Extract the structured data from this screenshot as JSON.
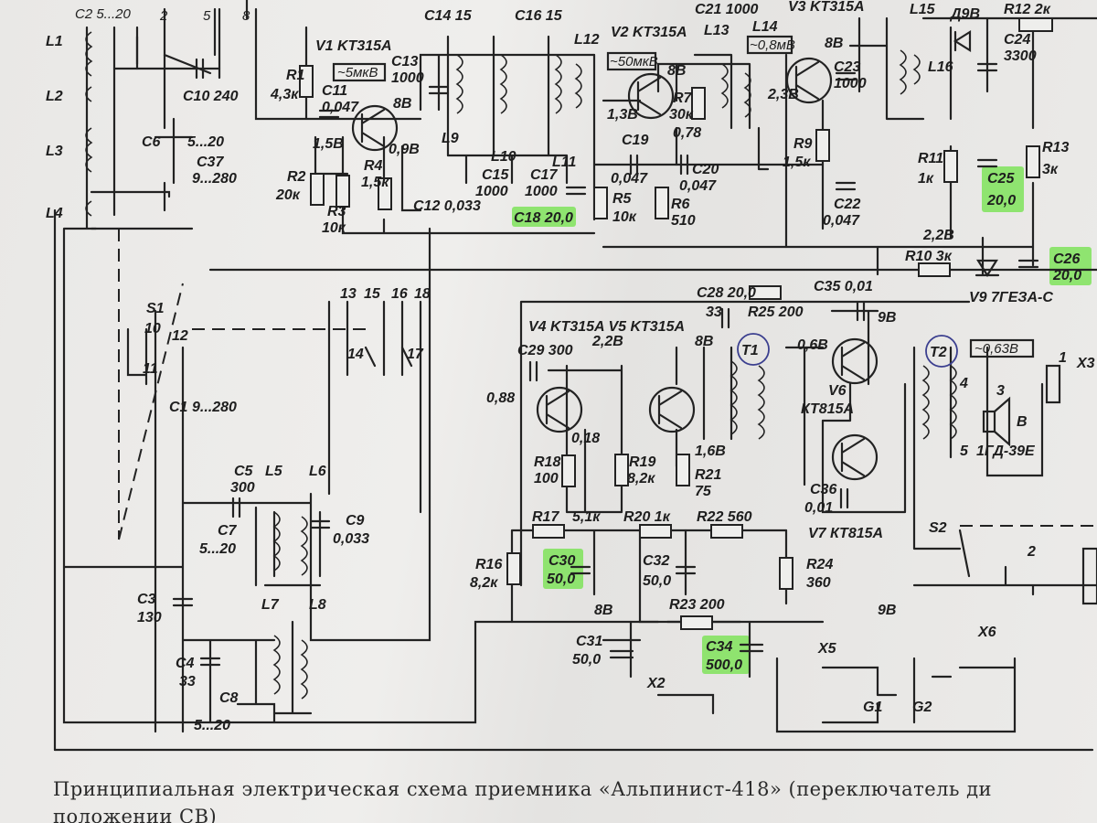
{
  "caption": {
    "line1": "Принципиальная электрическая схема приемника «Альпинист-418» (переключатель ди",
    "line2": "положении СВ)"
  },
  "highlight_color": "#7fe35a",
  "transistors": [
    {
      "ref": "V1",
      "type": "КТ315А"
    },
    {
      "ref": "V2",
      "type": "КТ315А"
    },
    {
      "ref": "V3",
      "type": "КТ315А"
    },
    {
      "ref": "V4",
      "type": "КТ315А"
    },
    {
      "ref": "V5",
      "type": "КТ315А"
    },
    {
      "ref": "V6",
      "type": "КТ815А"
    },
    {
      "ref": "V7",
      "type": "КТ815А"
    }
  ],
  "labels": {
    "c2": "C2 5...20",
    "n2": "2",
    "n5": "5",
    "n8": "8",
    "l1": "L1",
    "l2": "L2",
    "l3": "L3",
    "l4": "L4",
    "c10": "C10 240",
    "c6": "C6",
    "c6v": "5...20",
    "c37": "C37",
    "c37v": "9...280",
    "v1": "V1 KT315A",
    "r1": "R1",
    "r1v": "4,3к",
    "mkv5": "~5мкВ",
    "c11": "C11",
    "c11v": "0,047",
    "v15": "1,5В",
    "v8a": "8В",
    "v098": "0,9В",
    "c13": "C13",
    "c13v": "1000",
    "c14": "C14 15",
    "c16": "C16 15",
    "r2": "R2",
    "r2v": "20к",
    "r3": "R3",
    "r3v": "10к",
    "r4": "R4",
    "r4v": "1,5к",
    "c12": "C12 0,033",
    "l9": "L9",
    "l10": "L10",
    "l11": "L11",
    "l12": "L12",
    "c15": "C15",
    "c15v": "1000",
    "c17": "C17",
    "c17v": "1000",
    "c18": "C18 20,0",
    "v2": "V2 KT315A",
    "c21": "C21 1000",
    "l13": "L13",
    "l14": "L14",
    "mkv50": "~50мкВ",
    "mv08": "~0,8мВ",
    "v13": "1,3В",
    "v8b": "8В",
    "r7": "R7",
    "r7v": "30к",
    "v078": "0,78",
    "v238": "2,3В",
    "c19": "C19",
    "c19v": "0,047",
    "c20": "C20",
    "c20v": "0,047",
    "r5": "R5",
    "r5v": "10к",
    "r6": "R6",
    "r6v": "510",
    "v3": "V3 KT315A",
    "v8c": "8В",
    "c23": "C23",
    "c23v": "1000",
    "r9": "R9",
    "r9v": "1,5к",
    "c22": "C22",
    "c22v": "0,047",
    "l15": "L15",
    "l16": "L16",
    "d9": "Д9В",
    "r12": "R12 2к",
    "c24": "C24",
    "c24v": "3300",
    "r11": "R11",
    "r11v": "1к",
    "c25": "C25",
    "c25v": "20,0",
    "r13": "R13",
    "r13v": "3к",
    "v22": "2,2В",
    "r10": "R10 3к",
    "c26": "C26",
    "c26v": "20,0",
    "c28": "C28 20,0",
    "v9": "V9 7ГЕЗА-С",
    "s1": "S1",
    "s1_10": "10",
    "s1_12": "12",
    "s1_11": "11",
    "sw13": "13",
    "sw15": "15",
    "sw16": "16",
    "sw18": "18",
    "sw14": "14",
    "sw17": "17",
    "c1": "C1",
    "c1v": "9...280",
    "c5": "C5",
    "c5v": "300",
    "l5": "L5",
    "l6": "L6",
    "c7": "C7",
    "c7v": "5...20",
    "c9": "C9",
    "c9v": "0,033",
    "c3": "C3",
    "c3v": "130",
    "c4": "C4",
    "c4v": "33",
    "c8": "C8",
    "c8v": "5...20",
    "l7": "L7",
    "l8": "L8",
    "v4v5": "V4 KT315A   V5 KT315A",
    "c29": "C29 300",
    "v22b": "2,2В",
    "v8d": "8В",
    "v088": "0,88",
    "v018": "0,18",
    "r18": "R18",
    "r18v": "100",
    "r19": "R19",
    "r19v": "8,2к",
    "v16": "1,6В",
    "r21": "R21",
    "r21v": "75",
    "r17": "R17",
    "r17v": "5,1к",
    "r20": "R20 1к",
    "r22": "R22 560",
    "r16": "R16",
    "r16v": "8,2к",
    "c30": "C30",
    "c30v": "50,0",
    "c32": "C32",
    "c32v": "50,0",
    "r24": "R24",
    "r24v": "360",
    "v8e": "8В",
    "r23": "R23 200",
    "c31": "C31",
    "c31v": "50,0",
    "c34": "C34",
    "c34v": "500,0",
    "x2": "X2",
    "x5": "X5",
    "x6": "X6",
    "g1": "G1",
    "g2": "G2",
    "r25": "R25 200",
    "c35": "C35 0,01",
    "n33": "33",
    "t1": "T1",
    "t2": "T2",
    "v06": "0,6В",
    "v9a": "9В",
    "v6": "V6",
    "v6t": "КТ815А",
    "c36": "C36",
    "c36v": "0,01",
    "v7": "V7 КТ815А",
    "mv063": "~0,63В",
    "x3": "X3",
    "b": "В",
    "spk": "1ГД-39Е",
    "s2": "S2",
    "v9b": "9В",
    "n1": "1",
    "n3": "3",
    "n4": "4",
    "n5b": "5",
    "n2b": "2"
  }
}
